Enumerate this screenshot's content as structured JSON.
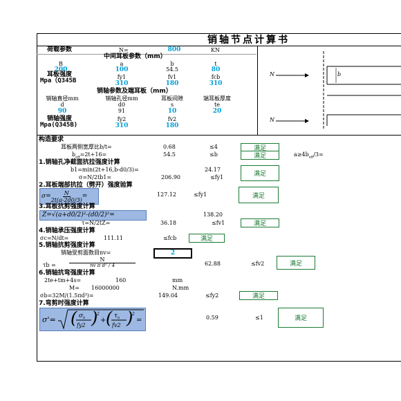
{
  "title": "销轴节点计算书",
  "load": {
    "label": "荷载参数",
    "sym": "N=",
    "value": "800",
    "unit": "KN"
  },
  "mid_plate": {
    "header": "中间耳板参数（mm）",
    "cols": [
      "B",
      "a",
      "b",
      "t"
    ],
    "values": [
      "200",
      "100",
      "54.5",
      "80"
    ],
    "strength_label_1": "耳板强度",
    "strength_label_2": "Mpa（Q345B",
    "strength_cols": [
      "fy1",
      "fv1",
      "fcb"
    ],
    "strength_vals": [
      "310",
      "180",
      "310"
    ]
  },
  "pin": {
    "header": "销轴参数及端耳板（mm）",
    "cols": [
      "销轴直径mm",
      "销轴孔径mm",
      "耳板间隙",
      "端耳板厚度"
    ],
    "syms": [
      "d",
      "d0",
      "s",
      "te"
    ],
    "values": [
      "90",
      "91",
      "10",
      "20"
    ],
    "strength_label_1": "销轴强度",
    "strength_label_2": "Mpa(Q345B)",
    "strength_cols": [
      "fy2",
      "fv2"
    ],
    "strength_vals": [
      "310",
      "180"
    ]
  },
  "construct": {
    "header": "构造要求",
    "row1_label": "耳板两侧宽厚比b/t=",
    "row1_val": "0.68",
    "row1_cmp": "≤4",
    "row2_label": "b",
    "row2_expr": "=2t+16=",
    "row2_val": "54.5",
    "row2_cmp": "≤b",
    "side_note": "a≥4b",
    "side_note_tail": "/3=",
    "ok": "满足"
  },
  "s1": {
    "header": "1.销轴孔净截面抗拉强度计算",
    "l1": "b1=min(2t+16,b-d0/3)=",
    "v1": "24.17",
    "l2": "σ=N/2tb1=",
    "v2": "206.90",
    "cmp": "≤fy1"
  },
  "s2": {
    "header": "2.耳板端部抗拉（劈开）强度验算",
    "num": "N",
    "den": "2t(a-2d0/3)",
    "val": "127.12",
    "cmp": "≤fy1"
  },
  "s3": {
    "header": "3.耳板抗剪强度计算",
    "formula": "Z=√(a+d0/2)²-(d0/2)²=",
    "zval": "138.20",
    "l2": "τ=N/2tZ=",
    "v2": "36.18",
    "cmp": "≤fv1"
  },
  "s4": {
    "header": "4.销轴承压强度计算",
    "l1": "σc=N/dt=",
    "v1": "111.11",
    "cmp": "≤fcb"
  },
  "s5": {
    "header": "5.销轴抗剪强度计算",
    "l1": "销轴受剪面数目nv=",
    "nv": "2",
    "l2": "τb =",
    "num": "N",
    "den": "nv π d² / 4",
    "v2": "62.88",
    "cmp": "≤fv2"
  },
  "s6": {
    "header": "6.销轴抗弯强度计算",
    "l1": "2te+tm+4s=",
    "v1": "160",
    "u1": "mm",
    "l2": "M=",
    "v2": "16000000",
    "u2": "N.mm",
    "l3": "σb=32M/(1.5πd³)=",
    "v3": "149.04",
    "cmp": "≤fy2"
  },
  "s7": {
    "header": "7.弯剪时强度计算",
    "val": "0.59",
    "cmp": "≤1"
  },
  "diagram": {
    "n1": "N",
    "n2": "N",
    "b": "b"
  },
  "colors": {
    "blue_value": "#00a0d8",
    "ok_green": "#1a7a34",
    "formula_bg": "#9db9e3"
  }
}
